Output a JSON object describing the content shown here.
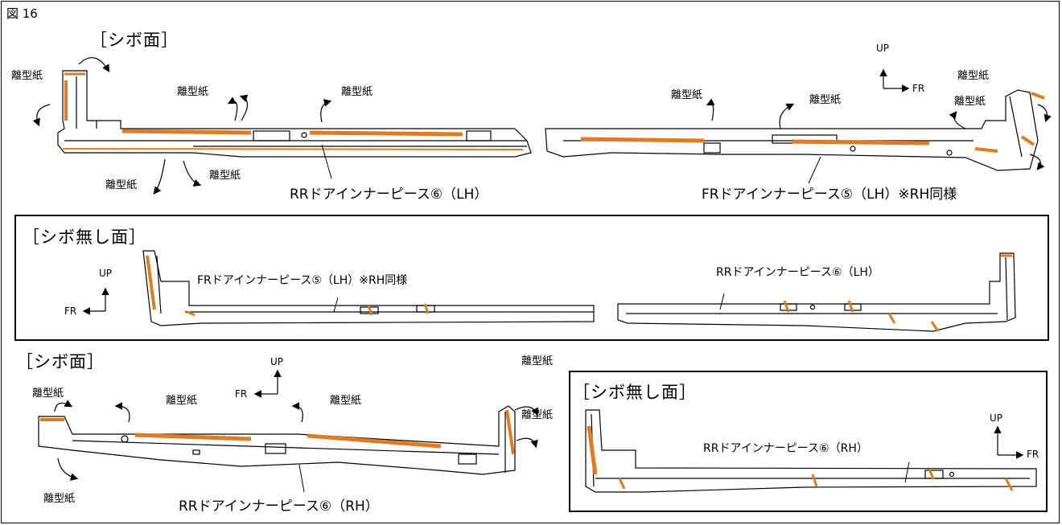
{
  "figure_label": "図 16",
  "colors": {
    "tape": "#e07b24",
    "line": "#000000"
  },
  "sections": {
    "top_left_heading": "［シボ面］",
    "middle_heading": "［シボ無し面］",
    "bottom_left_heading": "［シボ面］",
    "bottom_right_heading": "［シボ無し面］"
  },
  "release_paper": "離型紙",
  "axis": {
    "up": "UP",
    "fr": "FR"
  },
  "parts": {
    "rr_lh": "RRドアインナーピース⑥（LH）",
    "fr_lh_rh": "FRドアインナーピース⑤（LH）※RH同様",
    "rr_rh": "RRドアインナーピース⑥（RH）"
  }
}
